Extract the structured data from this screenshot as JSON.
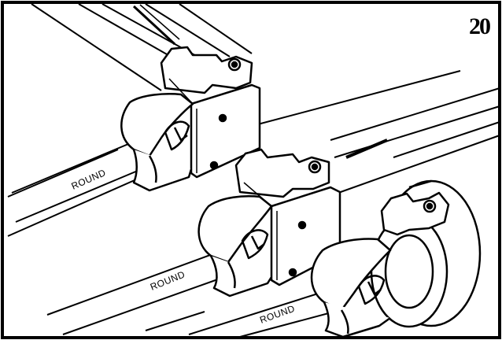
{
  "figure": {
    "step_number": "20",
    "labels": [
      "ROUND",
      "ROUND",
      "ROUND"
    ],
    "colors": {
      "ink": "#000000",
      "paper": "#ffffff"
    }
  }
}
